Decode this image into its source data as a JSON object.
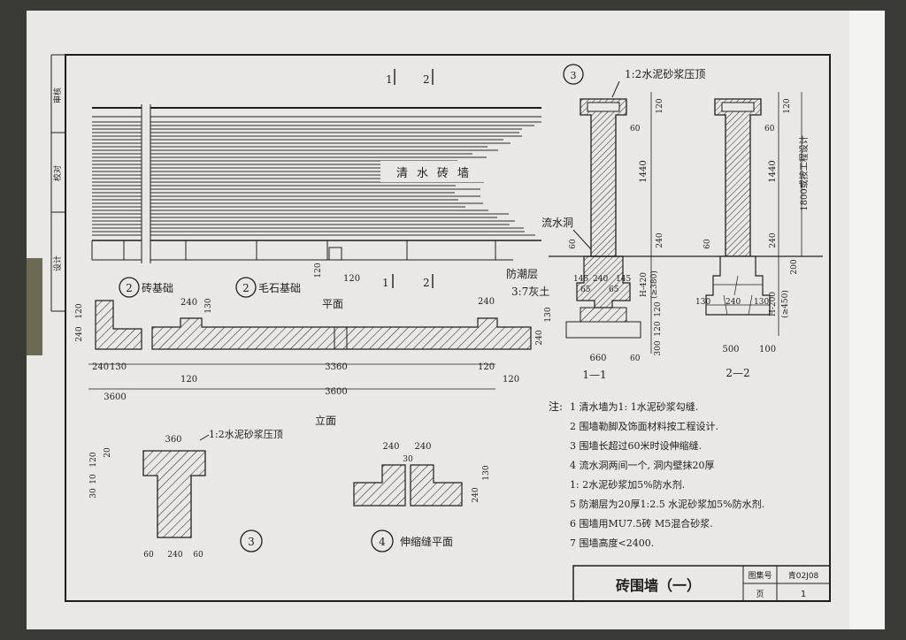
{
  "colors": {
    "paper": "#e9e8e6",
    "ink": "#1e1e1e",
    "background": "#3a3a36",
    "hatch": "#2a2a2a"
  },
  "title_block": {
    "drawing_title": "砖围墙（一）",
    "atlas_label": "图集号",
    "atlas_number": "青02J08",
    "page_label": "页",
    "page_number": "1"
  },
  "side_strip": [
    "审核",
    "校对",
    "设计"
  ],
  "elevation": {
    "wall_text": "清水砖墙",
    "section_mark_1": "1",
    "section_mark_2": "2",
    "section_mark_1b": "1",
    "section_mark_2b": "2",
    "detail_brick_num": "2",
    "detail_brick_label": "砖基础",
    "detail_stone_num": "2",
    "detail_stone_label": "毛石基础",
    "small_dims": [
      "120",
      "120"
    ],
    "caption": "平面"
  },
  "plan": {
    "dims_top": [
      "240",
      "130",
      "240"
    ],
    "dims_left": [
      "240",
      "120"
    ],
    "dims_right": [
      "240",
      "130"
    ],
    "dims_bottom": [
      "240",
      "130",
      "120",
      "3360",
      "120",
      "120",
      "3600",
      "3600"
    ],
    "caption": "立面"
  },
  "detail3": {
    "num": "3",
    "top_note": "1:2水泥砂浆压顶",
    "dims": [
      "360",
      "120",
      "20",
      "10",
      "30",
      "60",
      "240",
      "60"
    ]
  },
  "detail4": {
    "num": "4",
    "label": "伸缩缝平面",
    "dims": [
      "240",
      "240",
      "30",
      "130",
      "240"
    ]
  },
  "section1": {
    "detail_num": "3",
    "top_note": "1:2水泥砂浆压顶",
    "notes": [
      "流水洞",
      "防潮层",
      "3:7灰土"
    ],
    "dims": [
      "120",
      "60",
      "1440",
      "240",
      "60",
      "145",
      "240",
      "145",
      "65",
      "65",
      "H-420",
      "(≥380)",
      "120",
      "120",
      "300",
      "660",
      "60"
    ],
    "caption": "1—1"
  },
  "section2": {
    "dims": [
      "120",
      "60",
      "1440",
      "240",
      "60",
      "200",
      "130",
      "240",
      "130",
      "H-200",
      "(≥450)",
      "500",
      "100"
    ],
    "side_note": "1800或按工程设计",
    "caption": "2—2"
  },
  "notes_label": "注:",
  "notes": [
    "1 清水墙为1: 1水泥砂浆勾缝.",
    "2 围墙勒脚及饰面材料按工程设计.",
    "3 围墙长超过60米时设伸缩缝.",
    "4 流水洞两间一个, 洞内壁抹20厚",
    "   1: 2水泥砂浆加5%防水剂.",
    "5 防潮层为20厚1:2.5 水泥砂浆加5%防水剂.",
    "6 围墙用MU7.5砖 M5混合砂浆.",
    "7 围墙高度<2400."
  ]
}
